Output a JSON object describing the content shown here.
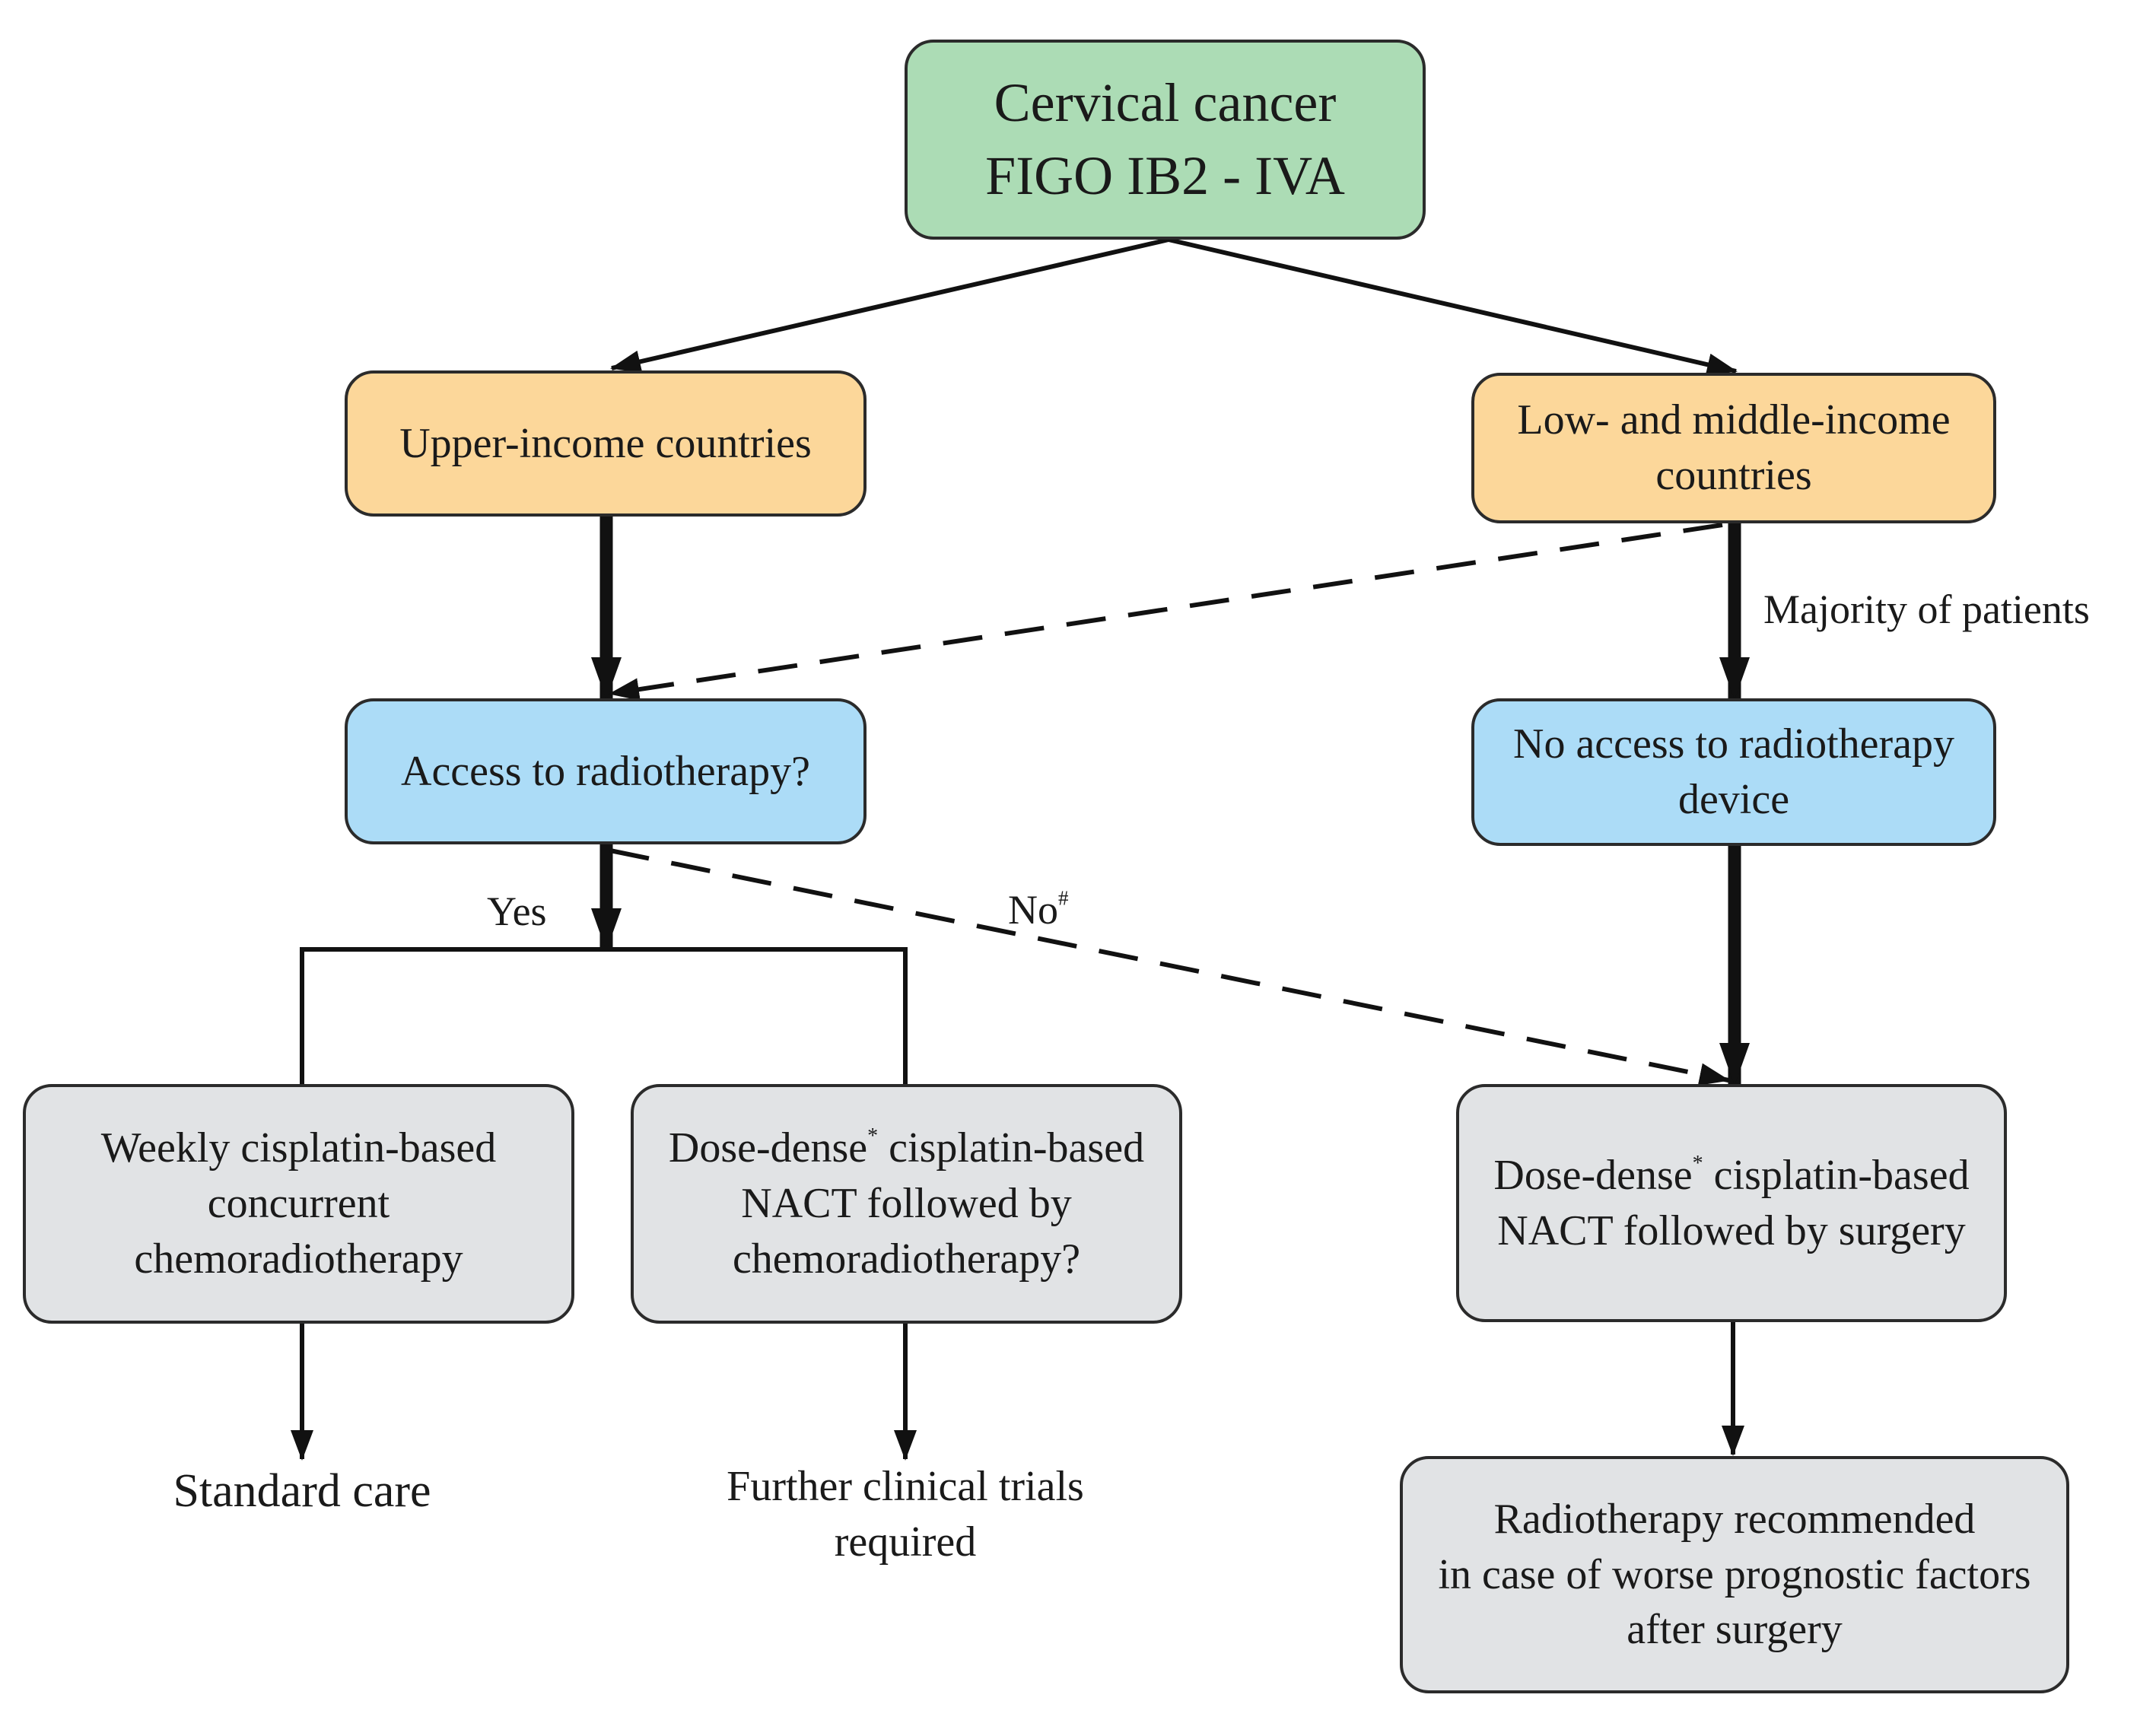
{
  "root": {
    "line1": "Cervical cancer",
    "line2": "FIGO IB2 - IVA"
  },
  "upper_income": {
    "label": "Upper-income countries"
  },
  "lmic": {
    "line1": "Low- and middle-income",
    "line2": "countries"
  },
  "access_rt": {
    "label": "Access to radiotherapy?"
  },
  "no_access_rt": {
    "line1": "No access to radiotherapy",
    "line2": "device"
  },
  "weekly_crt": {
    "line1": "Weekly cisplatin-based",
    "line2": "concurrent",
    "line3": "chemoradiotherapy"
  },
  "nact_crt": {
    "line1_pre": "Dose-dense",
    "line1_sup": "*",
    "line1_post": " cisplatin-based",
    "line2": "NACT followed by",
    "line3": "chemoradiotherapy?"
  },
  "nact_surgery": {
    "line1_pre": "Dose-dense",
    "line1_sup": "*",
    "line1_post": " cisplatin-based",
    "line2": "NACT followed by surgery"
  },
  "radiotherapy_rec": {
    "line1": "Radiotherapy recommended",
    "line2": "in case of worse prognostic factors",
    "line3": "after surgery"
  },
  "outcomes": {
    "standard_care": "Standard care",
    "further_trials_line1": "Further clinical trials",
    "further_trials_line2": "required"
  },
  "edge_labels": {
    "majority": "Majority of patients",
    "yes": "Yes",
    "no": "No",
    "no_sup": "#"
  },
  "colors": {
    "root_fill": "#acdcb5",
    "region_fill": "#fcd79a",
    "access_fill": "#acdcf7",
    "treatment_fill": "#e1e3e5",
    "line": "#111111"
  }
}
